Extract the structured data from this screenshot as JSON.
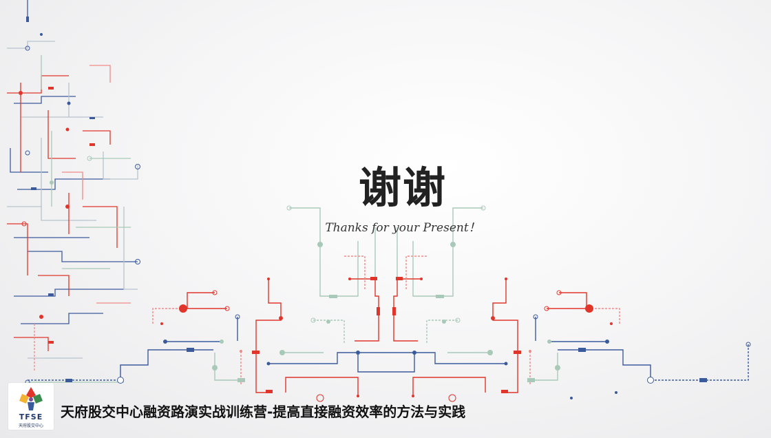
{
  "slide": {
    "title": "谢谢",
    "subtitle": "Thanks for your Present！",
    "footer_title": "天府股交中心融资路演实战训练营-提高直接融资效率的方法与实践",
    "logo": {
      "abbreviation": "TFSE",
      "name": "天府股交中心"
    }
  },
  "colors": {
    "red": "#e0352b",
    "pink": "#ef8a86",
    "blue": "#3a5a9c",
    "green": "#a9c9b8",
    "gray": "#b8c2cc"
  }
}
